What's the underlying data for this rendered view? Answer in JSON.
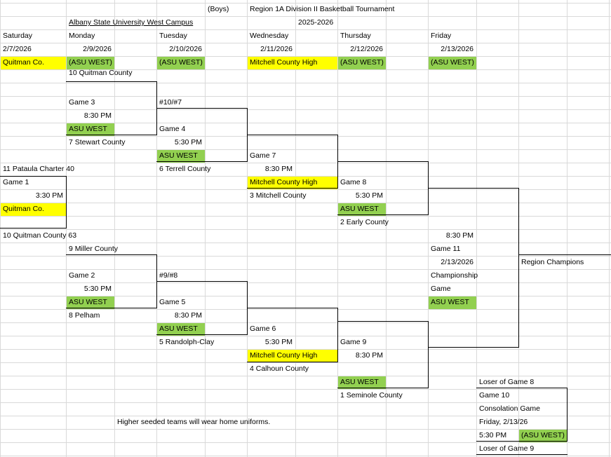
{
  "header": {
    "boys": "(Boys)",
    "title": "Region 1A Division II Basketball Tournament",
    "venue": "Albany State University West Campus",
    "season": "2025-2026"
  },
  "days": {
    "saturday": "Saturday",
    "monday": "Monday",
    "tuesday": "Tuesday",
    "wednesday": "Wednesday",
    "thursday": "Thursday",
    "friday": "Friday"
  },
  "dates": {
    "saturday": "2/7/2026",
    "monday": "2/9/2026",
    "tuesday": "2/10/2026",
    "wednesday": "2/11/2026",
    "thursday": "2/12/2026",
    "friday": "2/13/2026"
  },
  "locations": {
    "saturday": "Quitman Co.",
    "monday": "(ASU WEST)",
    "tuesday": "(ASU WEST)",
    "wednesday": "Mitchell County High",
    "thursday": "(ASU WEST)",
    "friday": "(ASU WEST)"
  },
  "colors": {
    "host_yellow": "#ffff00",
    "host_green": "#92d050"
  },
  "bracket": {
    "saturday": {
      "team_top": "11 Pataula Charter 40",
      "game": "Game 1",
      "time": "3:30 PM",
      "site": "Quitman Co.",
      "team_bottom": "10 Quitman County 63"
    },
    "monday": {
      "top_team": "10 Quitman County",
      "game3": {
        "game": "Game 3",
        "time": "8:30 PM",
        "site": "ASU WEST",
        "team": "7 Stewart County"
      },
      "mid_team": "9 Miller County",
      "game2": {
        "game": "Game 2",
        "time": "5:30 PM",
        "site": "ASU WEST",
        "team": "8 Pelham"
      }
    },
    "tuesday": {
      "matchup_top": "#10/#7",
      "game4": {
        "game": "Game 4",
        "time": "5:30 PM",
        "site": "ASU WEST",
        "team": "6 Terrell County"
      },
      "matchup_bottom": "#9/#8",
      "game5": {
        "game": "Game 5",
        "time": "8:30 PM",
        "site": "ASU WEST",
        "team": "5 Randolph-Clay"
      }
    },
    "wednesday": {
      "game7": {
        "game": "Game 7",
        "time": "8:30 PM",
        "site": "Mitchell County High",
        "team": "3 Mitchell County"
      },
      "game6": {
        "game": "Game 6",
        "time": "5:30 PM",
        "site": "Mitchell County High",
        "team": "4 Calhoun County"
      }
    },
    "thursday": {
      "game8": {
        "game": "Game 8",
        "time": "5:30 PM",
        "site": "ASU WEST",
        "team": "2 Early County"
      },
      "game9": {
        "game": "Game 9",
        "time": "8:30 PM",
        "site": "ASU WEST",
        "team": "1 Seminole County"
      }
    },
    "friday": {
      "time": "8:30 PM",
      "game": "Game 11",
      "date": "2/13/2026",
      "label1": "Championship",
      "label2": "Game",
      "site": "ASU WEST"
    },
    "champions": "Region Champions",
    "consolation": {
      "loser_top": "Loser of Game 8",
      "game": "Game 10",
      "label": "Consolation Game",
      "date": "Friday, 2/13/26",
      "time": "5:30 PM",
      "site": "(ASU WEST)",
      "loser_bottom": "Loser of Game 9"
    }
  },
  "note": "Higher seeded teams will wear home uniforms."
}
